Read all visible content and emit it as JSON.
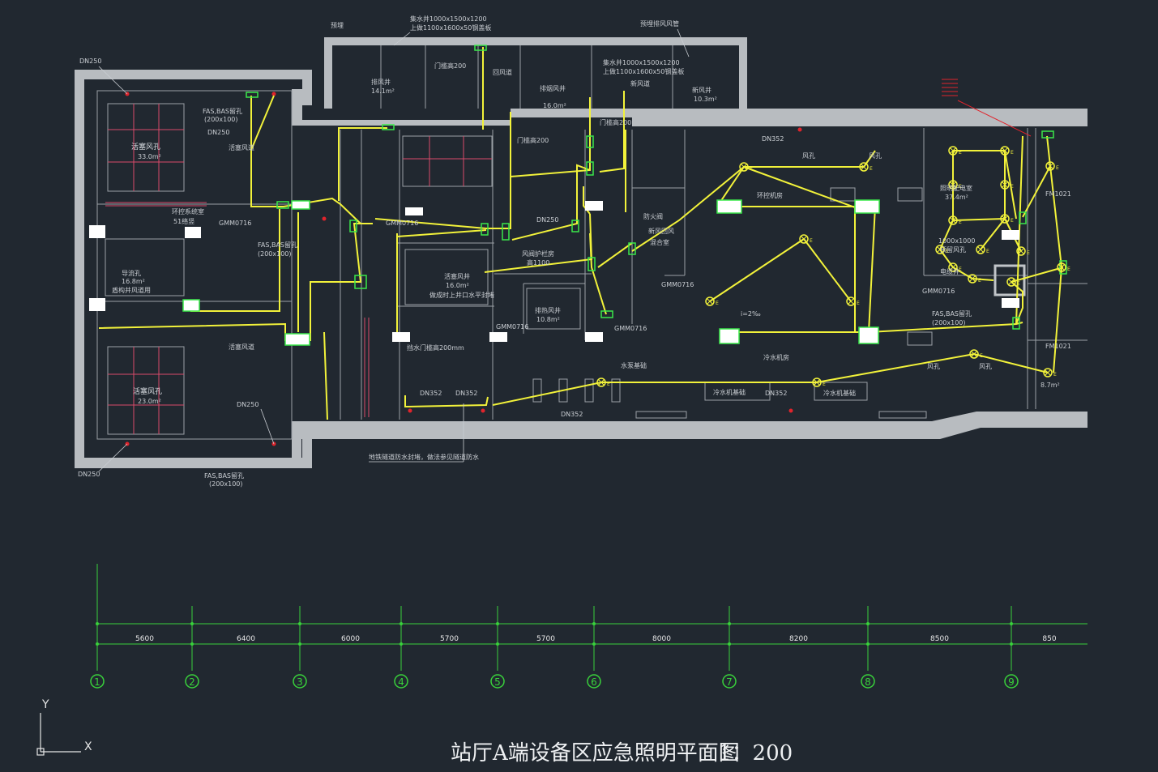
{
  "title": "站厅A端设备区应急照明平面图",
  "scale": "1：200",
  "axis": {
    "x_label": "X",
    "y_label": "Y",
    "grid_numbers": [
      "1",
      "2",
      "3",
      "4",
      "5",
      "6",
      "7",
      "8",
      "9"
    ],
    "spacings": [
      "5600",
      "6400",
      "6000",
      "5700",
      "5700",
      "8000",
      "8200",
      "8500",
      "850"
    ]
  },
  "labels": {
    "dn250_a": "DN250",
    "dn250_b": "DN250",
    "dn250_c": "DN250",
    "dn250_d": "DN250",
    "dn250_e": "DN250",
    "dn352_a": "DN352",
    "dn352_b": "DN352",
    "dn352_c": "DN352",
    "dn352_d": "DN352",
    "dn352_e": "DN352",
    "fas_bas_1": "FAS,BAS留孔",
    "fas_bas_1_size": "(200x100)",
    "fas_bas_2": "FAS,BAS留孔",
    "fas_bas_2_size": "(200x100)",
    "fas_bas_3": "FAS,BAS留孔",
    "fas_bas_3_size": "(200x100)",
    "fas_bas_4": "FAS,BAS留孔",
    "fas_bas_4_size": "(200x100)",
    "shaft_top_1": "集水井1000x1500x1200",
    "shaft_top_1b": "上做1100x1600x50钢盖板",
    "shaft_top_2": "集水井1000x1500x1200",
    "shaft_top_2b": "上做1100x1600x50钢盖板",
    "top_note_left": "预埋",
    "top_note_right": "预埋排风风管",
    "exhaust_well": "排风井",
    "exhaust_well_area": "14.1m²",
    "new_air_well": "新风井",
    "new_air_well_area": "10.3m²",
    "door_sill_200_a": "门槛高200",
    "door_sill_200_b": "门槛高200",
    "door_sill_200_c": "门槛高200",
    "smoke_shaft": "排烟风井",
    "smoke_shaft_area": "16.0m²",
    "return_air": "回风道",
    "new_air": "新风道",
    "return_air_hole_1": "活塞风孔",
    "return_air_hole_1_area": "33.0m²",
    "return_air_hole_2": "活塞风孔",
    "return_air_hole_2_area": "23.0m²",
    "piston_duct": "活塞风道",
    "piston_duct_b": "活塞风道",
    "env_ctrl": "环控系统室",
    "env_ctrl_b": "51络竖",
    "guide_hole": "导流孔",
    "guide_hole_area": "16.8m²",
    "guide_hole_note": "盾构井风道用",
    "piston_well": "活塞风井",
    "piston_well_area": "16.0m²",
    "piston_well_note": "做成时上井口水平封堵",
    "exhaust_shaft_b": "排热风井",
    "exhaust_shaft_b_area": "10.8m²",
    "fan_room": "风阀护栏房",
    "fan_room_b": "高1100",
    "drain_sill": "挡水门槛高200mm",
    "pump": "水泵基础",
    "chiller": "冷水机房",
    "chiller_base_1": "冷水机基础",
    "chiller_base_2": "冷水机基础",
    "env_room": "环控机房",
    "air_hole_1": "风孔",
    "air_hole_2": "风孔",
    "air_hole_3": "风孔",
    "air_hole_4": "风孔",
    "fire_valve": "防火阀",
    "new_return": "新风回风",
    "mix_room": "混合室",
    "distrib_room": "照明配电室",
    "distrib_area": "37.4m²",
    "hole_1000": "1000x1000",
    "hole_1000b": "预留风孔",
    "elec_well": "电缆井",
    "gmm_1": "GMM0716",
    "gmm_2": "GMM0716",
    "gmm_3": "GMM0716",
    "gmm_4": "GMM0716",
    "gmm_5": "GMM0716",
    "gmm_6": "GMM0716",
    "fm_1": "FM1021",
    "fm_2": "FM1021",
    "area_right": "8.7m²",
    "i_27": "i=2‰",
    "bottom_note": "地铁隧道防水封堵，做法参见隧道防水",
    "emergency_mark": "E"
  }
}
